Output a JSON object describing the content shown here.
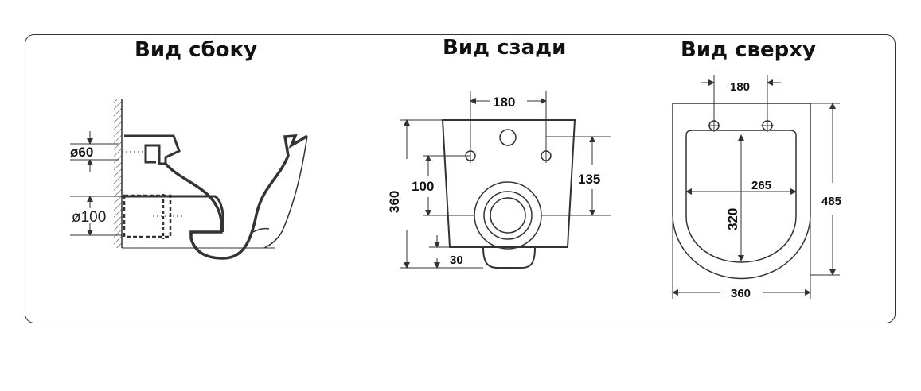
{
  "views": {
    "side": {
      "title": "Вид сбоку",
      "dims": {
        "pipe_small": "ø60",
        "pipe_large": "ø100"
      }
    },
    "back": {
      "title": "Вид сзади",
      "dims": {
        "top_width": "180",
        "height": "360",
        "hole_spacing": "100",
        "right_height": "135",
        "bottom_offset": "30"
      }
    },
    "top": {
      "title": "Вид сверху",
      "dims": {
        "mount_spacing": "180",
        "inner_width": "265",
        "inner_length": "320",
        "total_length": "485",
        "total_width": "360"
      }
    }
  }
}
